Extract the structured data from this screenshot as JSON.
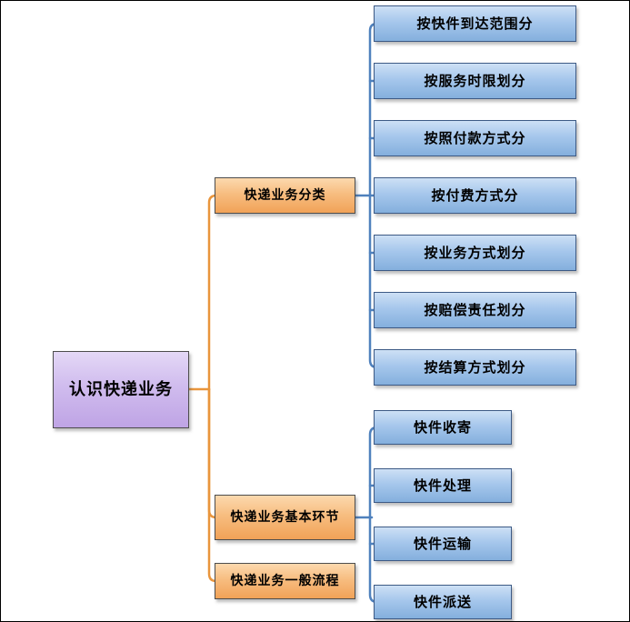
{
  "diagram": {
    "root": {
      "label": "认识快递业务"
    },
    "branches": [
      {
        "label": "快递业务分类",
        "children": [
          "按快件到达范围分",
          "按服务时限划分",
          "按照付款方式分",
          "按付费方式分",
          "按业务方式划分",
          "按赔偿责任划分",
          "按结算方式划分"
        ]
      },
      {
        "label": "快递业务基本环节",
        "children": [
          "快件收寄",
          "快件处理",
          "快件运输",
          "快件派送"
        ]
      },
      {
        "label": "快递业务一般流程",
        "children": []
      }
    ],
    "colors": {
      "background": "#ffffff",
      "text": "#000000",
      "root_fill_top": "#e4d8f6",
      "root_fill_bottom": "#bfa4e5",
      "branch_fill_top": "#fcd9ae",
      "branch_fill_bottom": "#f1a257",
      "leaf_fill_top": "#cde0f5",
      "leaf_fill_bottom": "#84afdd",
      "branch_line": "#e9953c",
      "leaf_line": "#4f81bd"
    }
  }
}
